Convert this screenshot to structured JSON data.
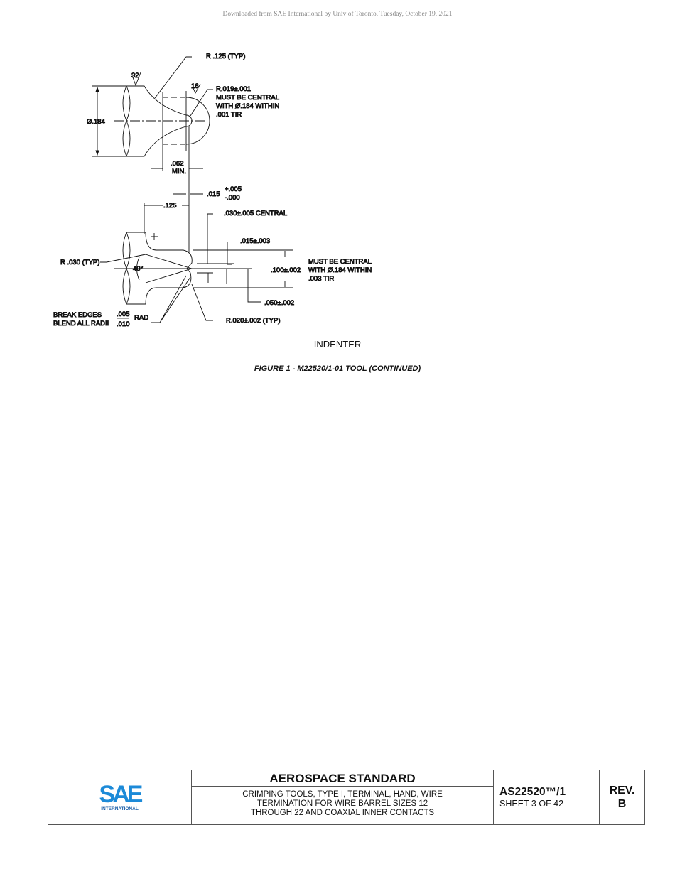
{
  "header": {
    "download_notice": "Downloaded from SAE International by Univ of Toronto, Tuesday, October 19, 2021"
  },
  "drawing": {
    "r125": "R .125 (TYP)",
    "finish32": "32",
    "finish16": "16",
    "r019": [
      "R.019±.001",
      "MUST BE CENTRAL",
      "WITH Ø.184 WITHIN",
      ".001 TIR"
    ],
    "dia184": "Ø.184",
    "d062": [
      ".062",
      "MIN."
    ],
    "d015": ".015",
    "d015_tol": [
      "+.005",
      "-.000"
    ],
    "d125": ".125",
    "d030": ".030±.005 CENTRAL",
    "d015b": ".015±.003",
    "r030": "R .030 (TYP)",
    "angle": "40°",
    "d100": ".100±.002",
    "central2": [
      "MUST BE CENTRAL",
      "WITH Ø.184 WITHIN",
      ".003 TIR"
    ],
    "d050": ".050±.002",
    "break": [
      "BREAK EDGES",
      "BLEND ALL RADII"
    ],
    "frac": [
      ".005",
      ".010"
    ],
    "rad": "RAD",
    "r020": "R.020±.002 (TYP)"
  },
  "captions": {
    "label": "INDENTER",
    "figure": "FIGURE 1 - M22520/1-01 TOOL (CONTINUED)"
  },
  "title_block": {
    "logo_text": "SAE",
    "logo_sub": "INTERNATIONAL",
    "heading": "AEROSPACE STANDARD",
    "description": [
      "CRIMPING TOOLS, TYPE I, TERMINAL, HAND, WIRE",
      "TERMINATION FOR WIRE BARREL SIZES 12",
      "THROUGH 22 AND COAXIAL INNER CONTACTS"
    ],
    "doc_number": "AS22520™/1",
    "sheet": "SHEET 3 OF 42",
    "rev_label": "REV.",
    "rev": "B",
    "brand_color": "#1c8ad8"
  }
}
